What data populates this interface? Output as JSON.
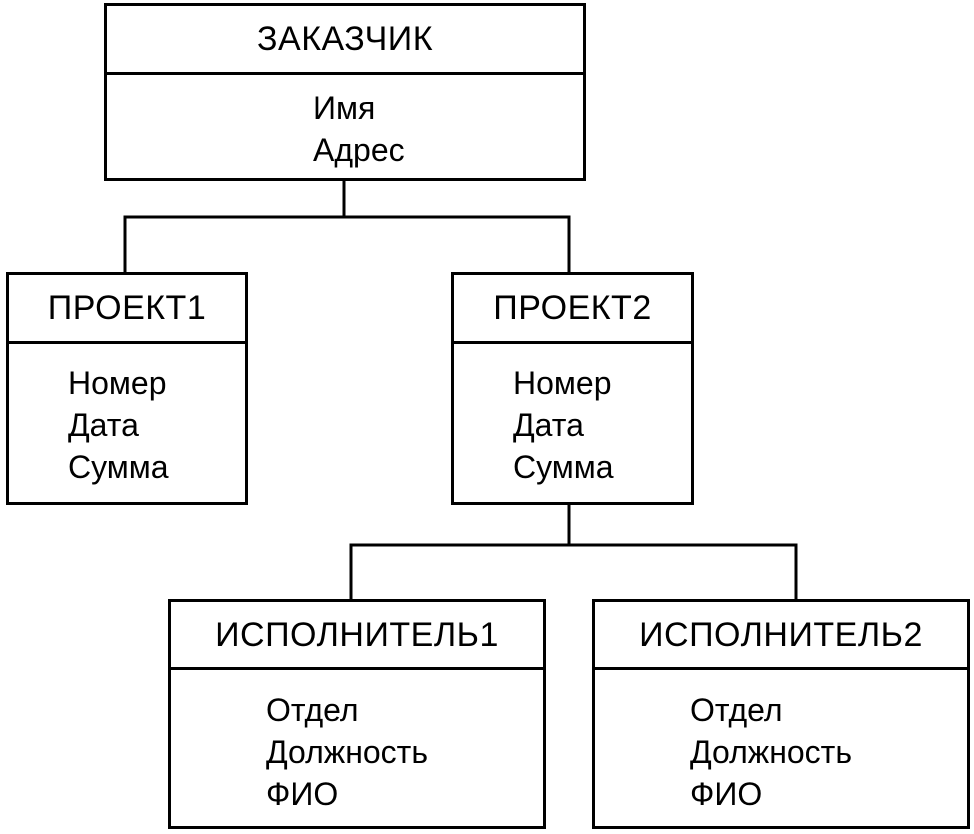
{
  "entities": {
    "customer": {
      "title": "ЗАКАЗЧИК",
      "attributes": [
        "Имя",
        "Адрес"
      ]
    },
    "project1": {
      "title": "ПРОЕКТ1",
      "attributes": [
        "Номер",
        "Дата",
        "Сумма"
      ]
    },
    "project2": {
      "title": "ПРОЕКТ2",
      "attributes": [
        "Номер",
        "Дата",
        "Сумма"
      ]
    },
    "executor1": {
      "title": "ИСПОЛНИТЕЛЬ1",
      "attributes": [
        "Отдел",
        "Должность",
        "ФИО"
      ]
    },
    "executor2": {
      "title": "ИСПОЛНИТЕЛЬ2",
      "attributes": [
        "Отдел",
        "Должность",
        "ФИО"
      ]
    }
  }
}
